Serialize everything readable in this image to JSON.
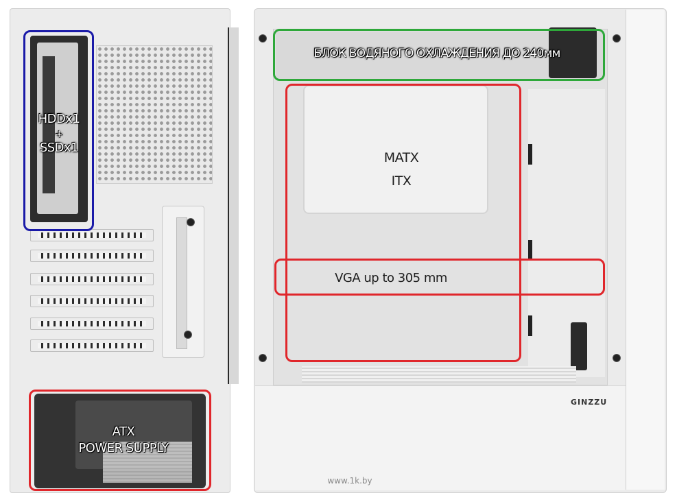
{
  "photo": {
    "left_labels": {
      "hdd": "HDDx1",
      "plus": "+",
      "ssd": "SSDx1",
      "psu_line1": "ATX",
      "psu_line2": "POWER SUPPLY"
    },
    "right_labels": {
      "cooling": "БЛОК ВОДЯНОГО ОХЛАЖДЕНИЯ ДО 240мм",
      "mb_line1": "MATX",
      "mb_line2": "ITX",
      "vga": "VGA up to 305 mm"
    },
    "brand": "GINZZU",
    "watermark": "www.1k.by",
    "colors": {
      "red": "#e0262b",
      "blue": "#1a1aa8",
      "green": "#2ea83a"
    }
  }
}
